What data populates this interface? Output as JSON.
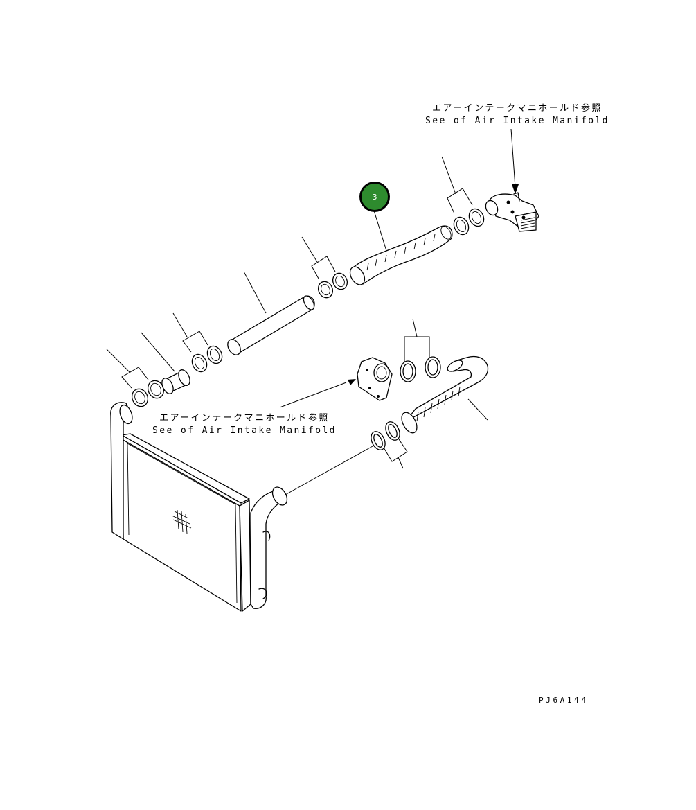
{
  "diagram": {
    "notes": [
      {
        "jp": "エアーインテークマニホールド参照",
        "en": "See of Air Intake Manifold"
      },
      {
        "jp": "エアーインテークマニホールド参照",
        "en": "See of Air Intake Manifold"
      }
    ],
    "callout": {
      "label": "3",
      "color": "#2e8b2e"
    },
    "drawing_number": "PJ6A144"
  }
}
